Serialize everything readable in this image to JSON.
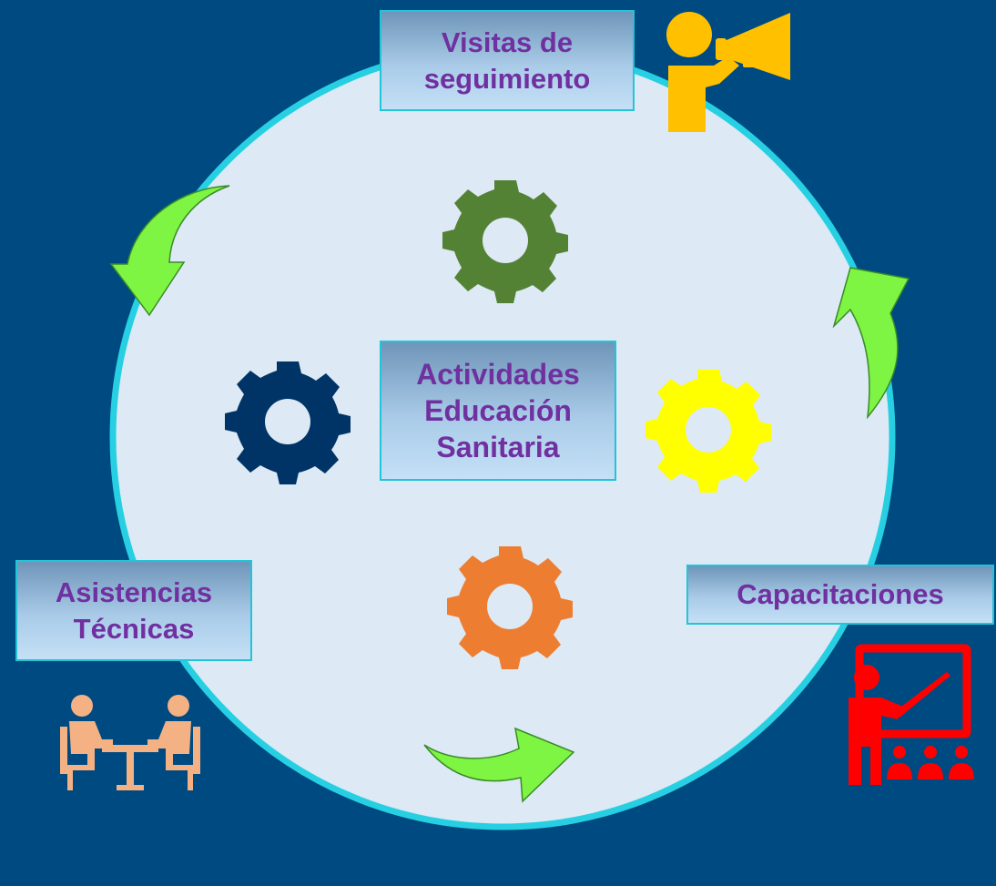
{
  "diagram": {
    "center": {
      "line1": "Actividades",
      "line2": "Educación",
      "line3": "Sanitaria"
    },
    "top": {
      "line1": "Visitas de",
      "line2": "seguimiento"
    },
    "left": {
      "line1": "Asistencias",
      "line2": "Técnicas"
    },
    "right": {
      "label": "Capacitaciones"
    }
  },
  "colors": {
    "background": "#004a82",
    "circle_fill": "#dde9f4",
    "circle_stroke": "#26d0e2",
    "text": "#7030a0",
    "gear_top": "#548235",
    "gear_left": "#003467",
    "gear_right": "#ffff00",
    "gear_bottom": "#ed7d31",
    "arrow": "#7ef542",
    "megaphone_person": "#ffc000",
    "meeting_icon": "#f4b183",
    "teacher_icon": "#ff0000"
  },
  "icons": [
    "gear-icon",
    "megaphone-person-icon",
    "meeting-table-icon",
    "teacher-board-icon",
    "curved-arrow-icon"
  ]
}
